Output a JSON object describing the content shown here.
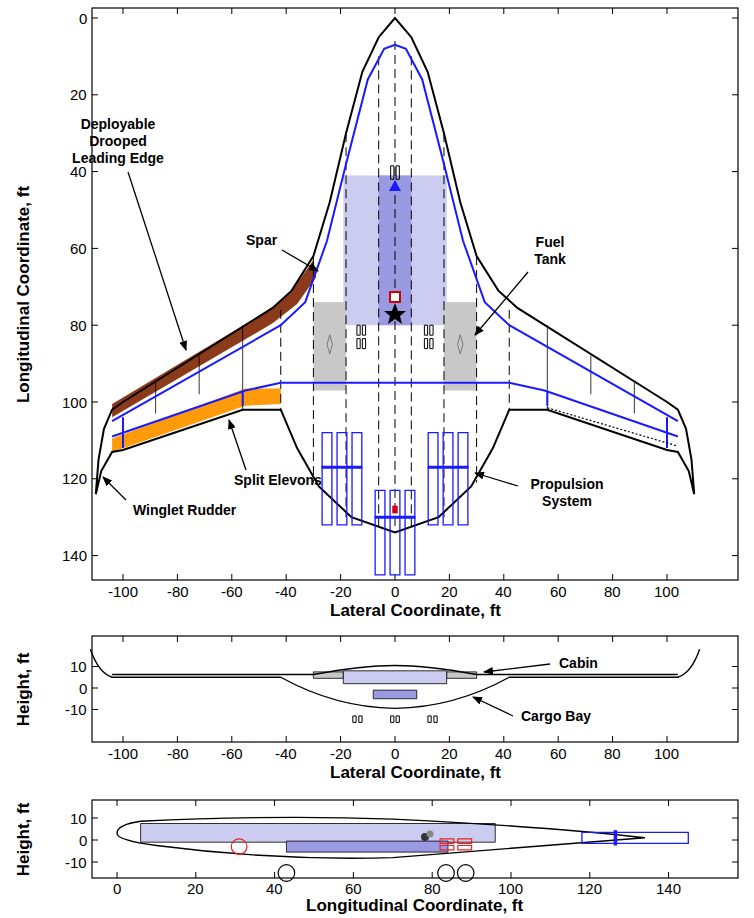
{
  "diagram": {
    "labels": [
      "Deployable Drooped Leading Edge",
      "Spar",
      "Fuel Tank",
      "Split Elevons",
      "Winglet Rudder",
      "Propulsion System",
      "Cabin",
      "Cargo Bay",
      "0",
      "20",
      "40",
      "60",
      "80",
      "100",
      "120",
      "140",
      "Longitudinal Coordinate, ft",
      "-100",
      "-80",
      "-60",
      "-40",
      "-20",
      "0",
      "20",
      "40",
      "60",
      "80",
      "100",
      "Lateral Coordinate, ft",
      "Height, ft",
      "10",
      "0",
      "-10",
      "-100",
      "-80",
      "-60",
      "-40",
      "-20",
      "0",
      "20",
      "40",
      "60",
      "80",
      "100",
      "Lateral Coordinate, ft",
      "Height, ft",
      "10",
      "0",
      "-10",
      "0",
      "20",
      "40",
      "60",
      "80",
      "100",
      "120",
      "140",
      "Longitudinal Coordinate, ft"
    ]
  }
}
